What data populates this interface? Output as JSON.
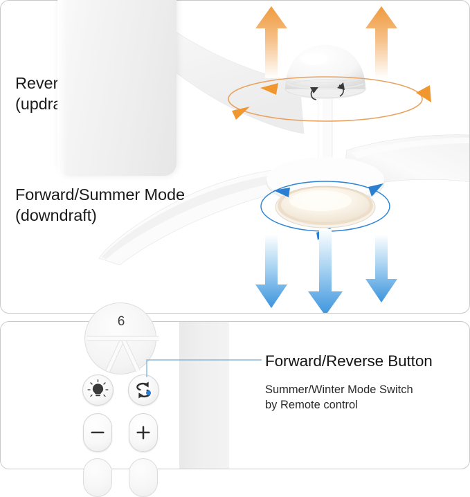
{
  "colors": {
    "panel_border": "#c9c9c9",
    "updraft_arrow": "#f0a04b",
    "downdraft_arrow": "#4a9fe0",
    "callout_line": "#86b8e0",
    "callout_dot": "#2a7fd4",
    "text_primary": "#1b1b1b",
    "fan_body": "#ffffff",
    "light_glow": "#f7efe2"
  },
  "top_panel": {
    "reverse_label": "Reverse/Winter Mode\n(updraft)",
    "forward_label": "Forward/Summer Mode\n(downdraft)",
    "updraft_arrow_count": 2,
    "downdraft_arrow_count": 3,
    "rotation_rings": [
      {
        "name": "updraft-rotation-ring",
        "color": "#f0a04b",
        "arrowheads": 3
      },
      {
        "name": "downdraft-rotation-ring",
        "color": "#2e86d6",
        "arrowheads": 3
      }
    ],
    "fan_blade_count": 3
  },
  "bottom_panel": {
    "callout_title": "Forward/Reverse Button",
    "callout_subtitle": "Summer/Winter Mode Switch\nby Remote control",
    "remote": {
      "dial_value": "6",
      "buttons": [
        {
          "name": "light-button",
          "icon": "light-bulb-icon",
          "label": ""
        },
        {
          "name": "forward-reverse-button",
          "icon": "forward-reverse-arrows-icon",
          "label": "",
          "highlighted": true
        },
        {
          "name": "speed-down-button",
          "icon": "minus-icon",
          "label": "−"
        },
        {
          "name": "speed-up-button",
          "icon": "plus-icon",
          "label": "+"
        }
      ]
    }
  }
}
